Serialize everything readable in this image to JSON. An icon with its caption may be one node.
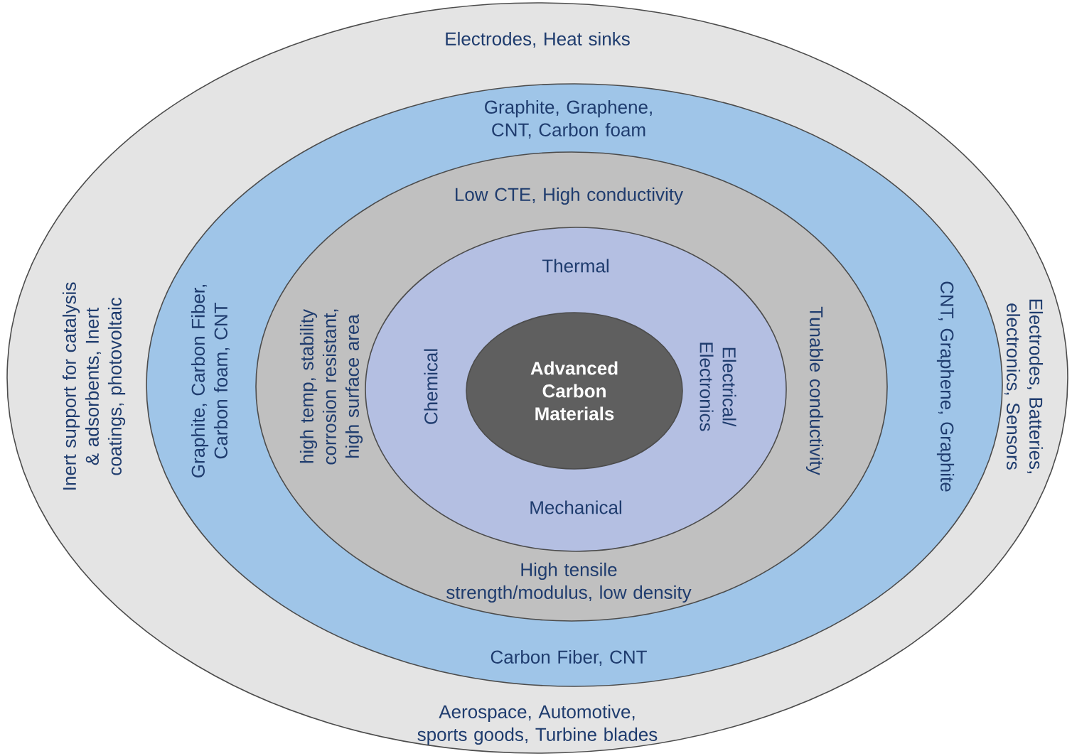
{
  "diagram": {
    "nodes": [
      {
        "text": [
          "Electrodes, Heat sinks",
          "Electrodes, Batteries, electronics, Sensors",
          "Aerospace, Automotive, sports goods, Turbine blades",
          "Inert support for catalysis & adsorbents, Inert coatings, photovoltaic"
        ]
      },
      {
        "text": [
          "Graphite, Graphene, CNT, Carbon foam",
          "CNT, Graphene, Graphite",
          "Carbon Fiber, CNT",
          "Graphite, Carbon Fiber, Carbon foam, CNT"
        ],
        "in": 0
      },
      {
        "text": [
          "Low CTE, High conductivity",
          "Tunable conductivity",
          "High tensile strength/modulus, low density",
          "high temp, stability corrosion resistant, high surface area"
        ],
        "in": 1
      },
      {
        "text": [
          "Thermal",
          "Electrical/ Electronics",
          "Mechanical",
          "Chemical"
        ],
        "in": 2
      },
      {
        "text": [
          "Advanced Carbon Materials"
        ],
        "in": 3
      }
    ]
  }
}
